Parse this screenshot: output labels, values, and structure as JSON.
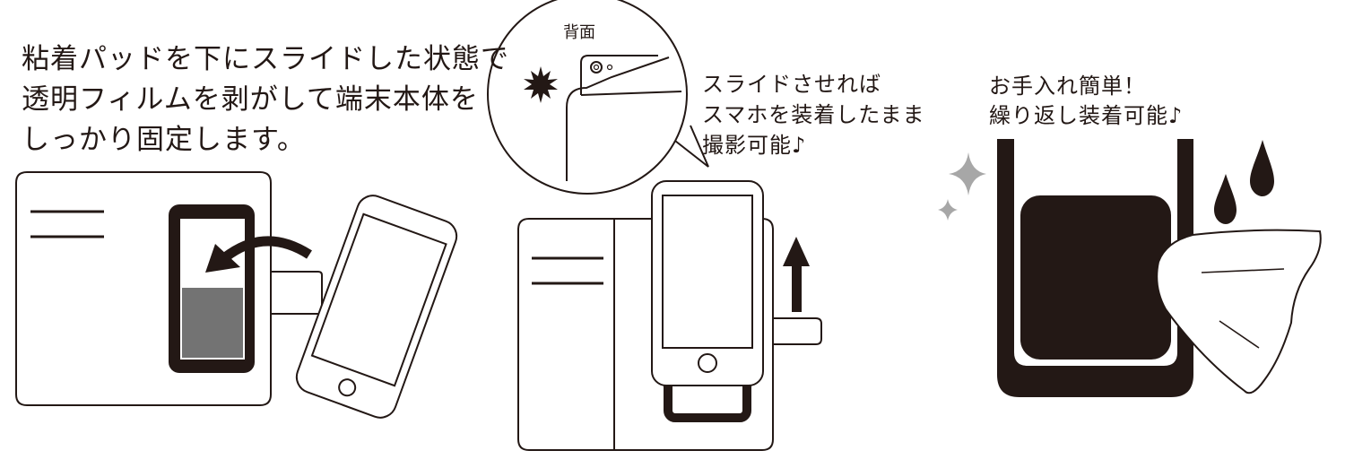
{
  "panel1": {
    "lines": [
      "粘着パッドを下にスライドした状態で",
      "透明フィルムを剥がして端末本体を",
      "しっかり固定します。"
    ]
  },
  "panel2": {
    "back_label": "背面",
    "callout_lines": [
      "スライドさせれば",
      "スマホを装着したまま",
      "撮影可能♪"
    ]
  },
  "panel3": {
    "lines": [
      "お手入れ簡単！",
      "繰り返し装着可能♪"
    ]
  },
  "colors": {
    "ink": "#231815",
    "pad_gray": "#737373",
    "sparkle_gray": "#a7a7a7"
  }
}
